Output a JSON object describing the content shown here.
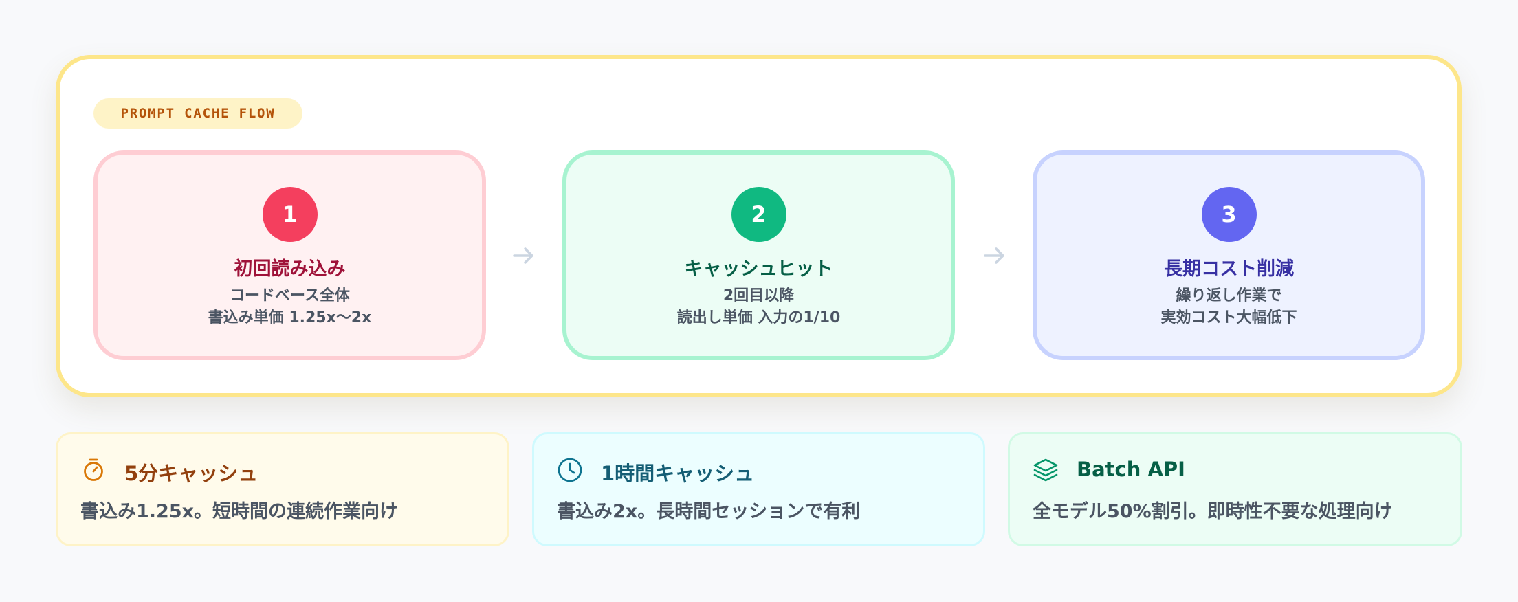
{
  "flow": {
    "badge": "PROMPT CACHE FLOW",
    "steps": [
      {
        "number": "1",
        "title": "初回読み込み",
        "desc_line1": "コードベース全体",
        "desc_line2": "書込み単価 1.25x〜2x"
      },
      {
        "number": "2",
        "title": "キャッシュヒット",
        "desc_line1": "2回目以降",
        "desc_line2": "読出し単価 入力の1/10"
      },
      {
        "number": "3",
        "title": "長期コスト削減",
        "desc_line1": "繰り返し作業で",
        "desc_line2": "実効コスト大幅低下"
      }
    ],
    "arrow_icon": "arrow-right-icon"
  },
  "info_cards": [
    {
      "icon": "timer-icon",
      "title": "5分キャッシュ",
      "desc": "書込み1.25x。短時間の連続作業向け"
    },
    {
      "icon": "clock-icon",
      "title": "1時間キャッシュ",
      "desc": "書込み2x。長時間セッションで有利"
    },
    {
      "icon": "layers-icon",
      "title": "Batch API",
      "desc": "全モデル50%割引。即時性不要な処理向け"
    }
  ],
  "colors": {
    "panel_border": "#fde68a",
    "badge_bg": "#fef3c7",
    "badge_text": "#b45309",
    "step1_accent": "#f43f5e",
    "step2_accent": "#10b981",
    "step3_accent": "#6366f1",
    "info1_accent": "#d97706",
    "info2_accent": "#0e7490",
    "info3_accent": "#059669"
  }
}
